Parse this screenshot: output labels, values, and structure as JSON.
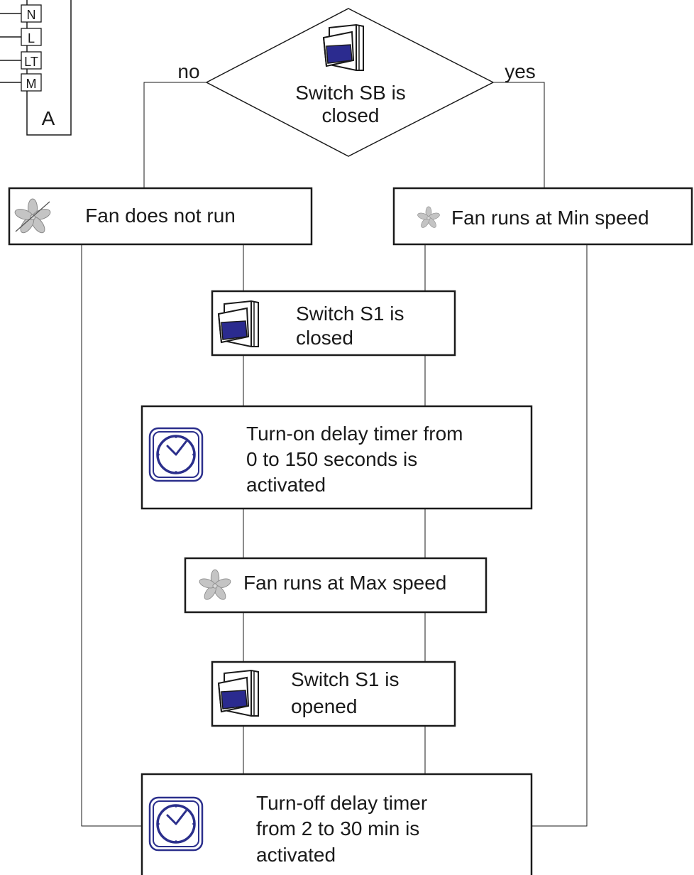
{
  "colors": {
    "switch_blue": "#2b2b8f",
    "clock_blue": "#2b2f8c",
    "fan_grey": "#bfbfbf",
    "line": "#1a1a1a"
  },
  "terminal_block": {
    "terminals": [
      "N",
      "L",
      "LT",
      "M"
    ],
    "label": "A"
  },
  "decision": {
    "text_line1": "Switch SB is",
    "text_line2": "closed",
    "icon": "switch-icon",
    "no_label": "no",
    "yes_label": "yes"
  },
  "boxes": {
    "fan_not_run": {
      "text": "Fan does not run",
      "icon": "fan-off-icon"
    },
    "fan_min": {
      "text": "Fan runs at Min speed",
      "icon": "fan-icon"
    },
    "s1_closed": {
      "line1": "Switch S1 is",
      "line2": "closed",
      "icon": "switch-icon"
    },
    "timer_on": {
      "line1": "Turn-on delay timer from",
      "line2": "0 to 150 seconds is",
      "line3": "activated",
      "icon": "clock-icon"
    },
    "fan_max": {
      "text": "Fan runs at Max speed",
      "icon": "fan-icon"
    },
    "s1_opened": {
      "line1": "Switch S1 is",
      "line2": "opened",
      "icon": "switch-icon"
    },
    "timer_off": {
      "line1": "Turn-off delay timer",
      "line2": "from 2 to 30 min is",
      "line3": "activated",
      "icon": "clock-icon"
    }
  }
}
